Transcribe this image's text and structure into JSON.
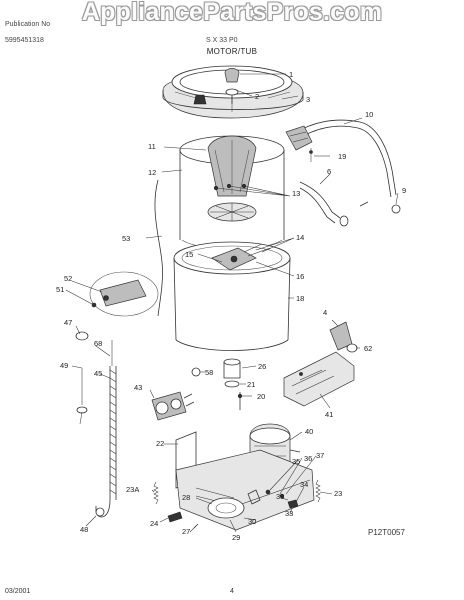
{
  "header": {
    "watermark": "AppliancePartsPros.com",
    "model_line": "Publication No",
    "publication": "5995451318",
    "model_partial": "S X 33 P0",
    "section_title": "MOTOR/TUB"
  },
  "footer": {
    "date": "03/2001",
    "page_number": "4",
    "diagram_code": "P12T0057"
  },
  "part_labels": [
    "1",
    "2",
    "3",
    "10",
    "11",
    "12",
    "13",
    "19",
    "6",
    "9",
    "53",
    "14",
    "15",
    "16",
    "18",
    "52",
    "51",
    "47",
    "68",
    "49",
    "45",
    "4",
    "62",
    "41",
    "58",
    "26",
    "21",
    "43",
    "20",
    "40",
    "22",
    "36",
    "37",
    "35",
    "23A",
    "34",
    "38",
    "23",
    "28",
    "33",
    "24",
    "30",
    "27",
    "29",
    "48"
  ],
  "colors": {
    "line": "#333333",
    "shade": "#bdbdbd",
    "light_fill": "#e6e6e6",
    "watermark_outline": "#9a9a9a"
  }
}
